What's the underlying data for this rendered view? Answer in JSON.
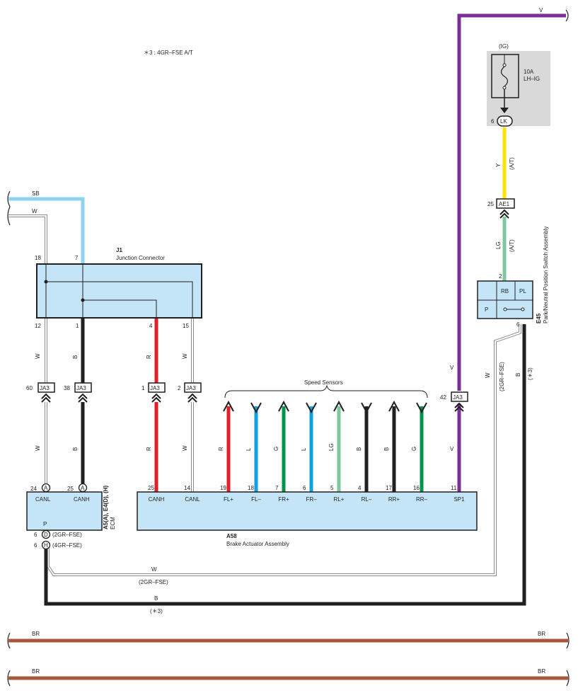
{
  "note": "＊3 : 4GR–FSE A/T",
  "colors": {
    "V": "#7b2f94",
    "SB": "#8ed4f2",
    "W_outer": "#8a8a8a",
    "W_inner": "#ffffff",
    "B": "#231f20",
    "R": "#e31e26",
    "L": "#0ea0e0",
    "G": "#00944a",
    "LG": "#7ec99b",
    "Y": "#ffe000",
    "BR": "#a8573a",
    "box": "#c3e5f7",
    "fuse_bg": "#d9d9d9"
  },
  "wire_labels": {
    "V": "V",
    "SB": "SB",
    "W": "W",
    "B": "B",
    "R": "R",
    "L": "L",
    "G": "G",
    "LG": "LG",
    "Y": "Y",
    "BR": "BR"
  },
  "j1": {
    "code": "J1",
    "name": "Junction Connector",
    "pins": [
      "18",
      "7",
      "12",
      "1",
      "4",
      "15"
    ]
  },
  "ja3": {
    "label": "JA3",
    "pins": [
      "60",
      "38",
      "1",
      "2",
      "42"
    ]
  },
  "ecm": {
    "code": "A5(A), E4(D), (H)",
    "name": "ECM",
    "pins": [
      "24",
      "25"
    ],
    "circ": [
      "A",
      "A",
      "D",
      "H"
    ],
    "labels": [
      "CANL",
      "CANH",
      "P"
    ],
    "p_pins": [
      "6",
      "6"
    ],
    "p_notes": [
      "(2GR–FSE)",
      "(4GR–FSE)"
    ]
  },
  "actuator": {
    "code": "A58",
    "name": "Brake Actuator Assembly",
    "pins": [
      "25",
      "14",
      "19",
      "18",
      "7",
      "6",
      "5",
      "4",
      "17",
      "16",
      "11"
    ],
    "labels": [
      "CANH",
      "CANL",
      "FL+",
      "FL–",
      "FR+",
      "FR–",
      "RL+",
      "RL–",
      "RR+",
      "RR–",
      "SP1"
    ]
  },
  "speed_sensors": {
    "title": "Speed Sensors",
    "colors": [
      "R",
      "L",
      "G",
      "L",
      "LG",
      "B",
      "B",
      "G"
    ]
  },
  "fuse": {
    "ig": "(IG)",
    "rating": "10A",
    "name": "LH–IG",
    "connector": "LK",
    "pin": "6"
  },
  "ae1": {
    "label": "AE1",
    "pin": "25"
  },
  "switch": {
    "code": "E45",
    "name": "Park/Neutral Position Switch Assembly",
    "pin_top": "2",
    "pin_bottom": "6",
    "cells": [
      "RB",
      "PL",
      "P"
    ]
  },
  "notes": {
    "at": "(A/T)",
    "gr2": "(2GR–FSE)",
    "star3": "(＊3)"
  }
}
